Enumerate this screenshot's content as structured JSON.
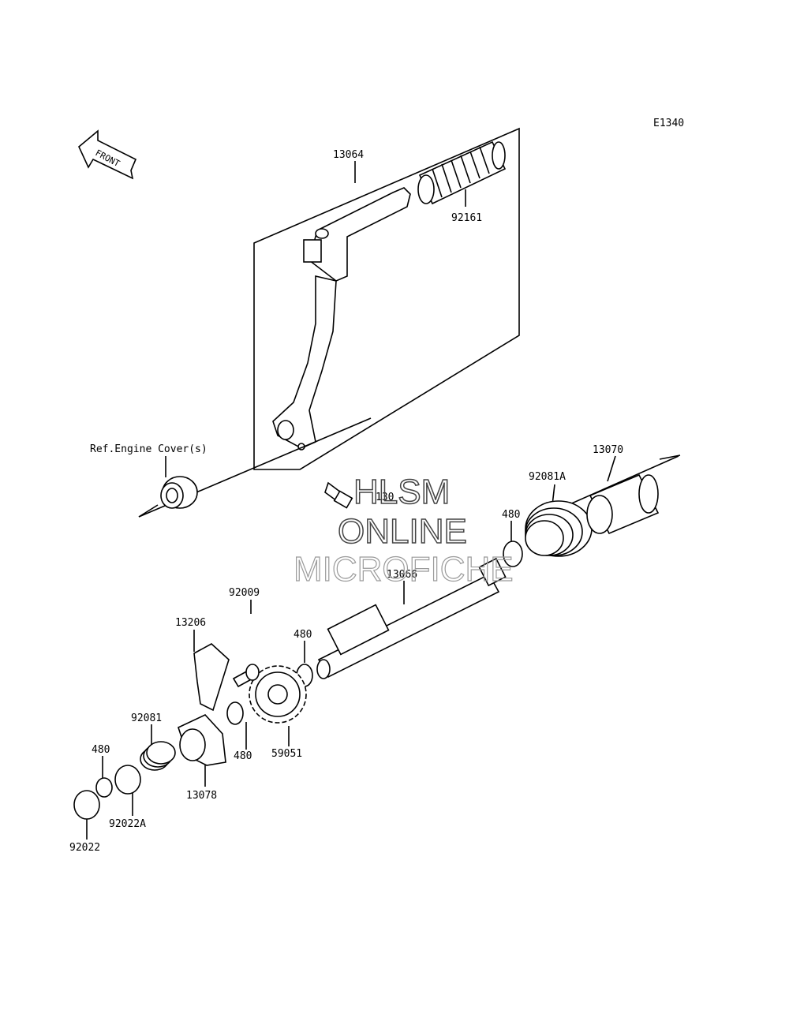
{
  "diagram": {
    "code": "E1340",
    "front_label": "FRONT",
    "ref_label": "Ref.Engine Cover(s)",
    "parts": {
      "p13064": "13064",
      "p92161": "92161",
      "p130": "130",
      "p13070": "13070",
      "p92081A": "92081A",
      "p480_a": "480",
      "p13066": "13066",
      "p92009": "92009",
      "p13206": "13206",
      "p480_b": "480",
      "p92081": "92081",
      "p480_c": "480",
      "p59051": "59051",
      "p480_d": "480",
      "p13078": "13078",
      "p92022A": "92022A",
      "p92022": "92022"
    }
  },
  "watermark": {
    "line1": "HLSM",
    "line2": "ONLINE",
    "line3": "MICROFICHE"
  }
}
